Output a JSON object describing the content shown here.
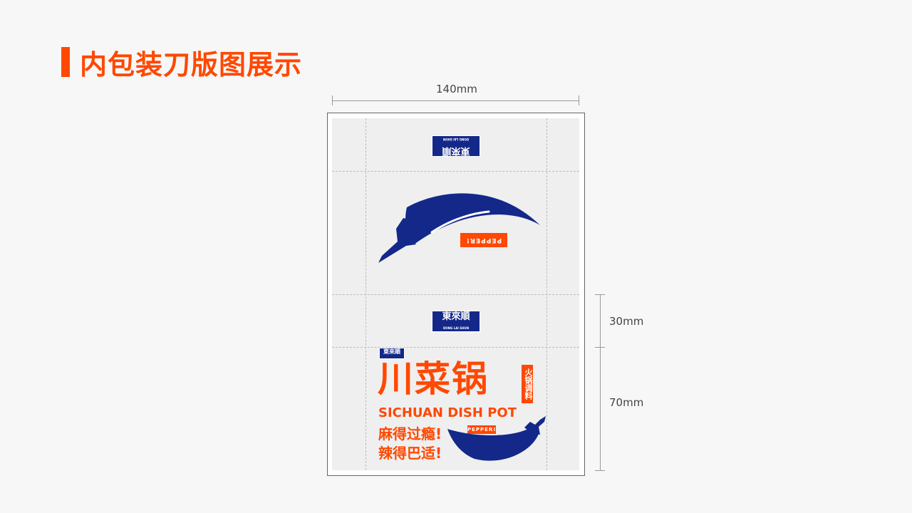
{
  "page": {
    "title": "内包装刀版图展示"
  },
  "dimensions": {
    "width": "140mm",
    "height_top": "30mm",
    "height_bottom": "70mm"
  },
  "brand": {
    "name": "東來順",
    "english": "DONG LAI SHUN"
  },
  "package": {
    "main_title": "川菜锅",
    "side_label": "火锅调料",
    "english_title": "SICHUAN DISH POT",
    "slogan_1": "麻得过瘾!",
    "slogan_2": "辣得巴适!",
    "tag": "PEPPER!"
  },
  "colors": {
    "accent": "#ff4800",
    "brand_blue": "#14288a",
    "background": "#f7f7f7"
  }
}
